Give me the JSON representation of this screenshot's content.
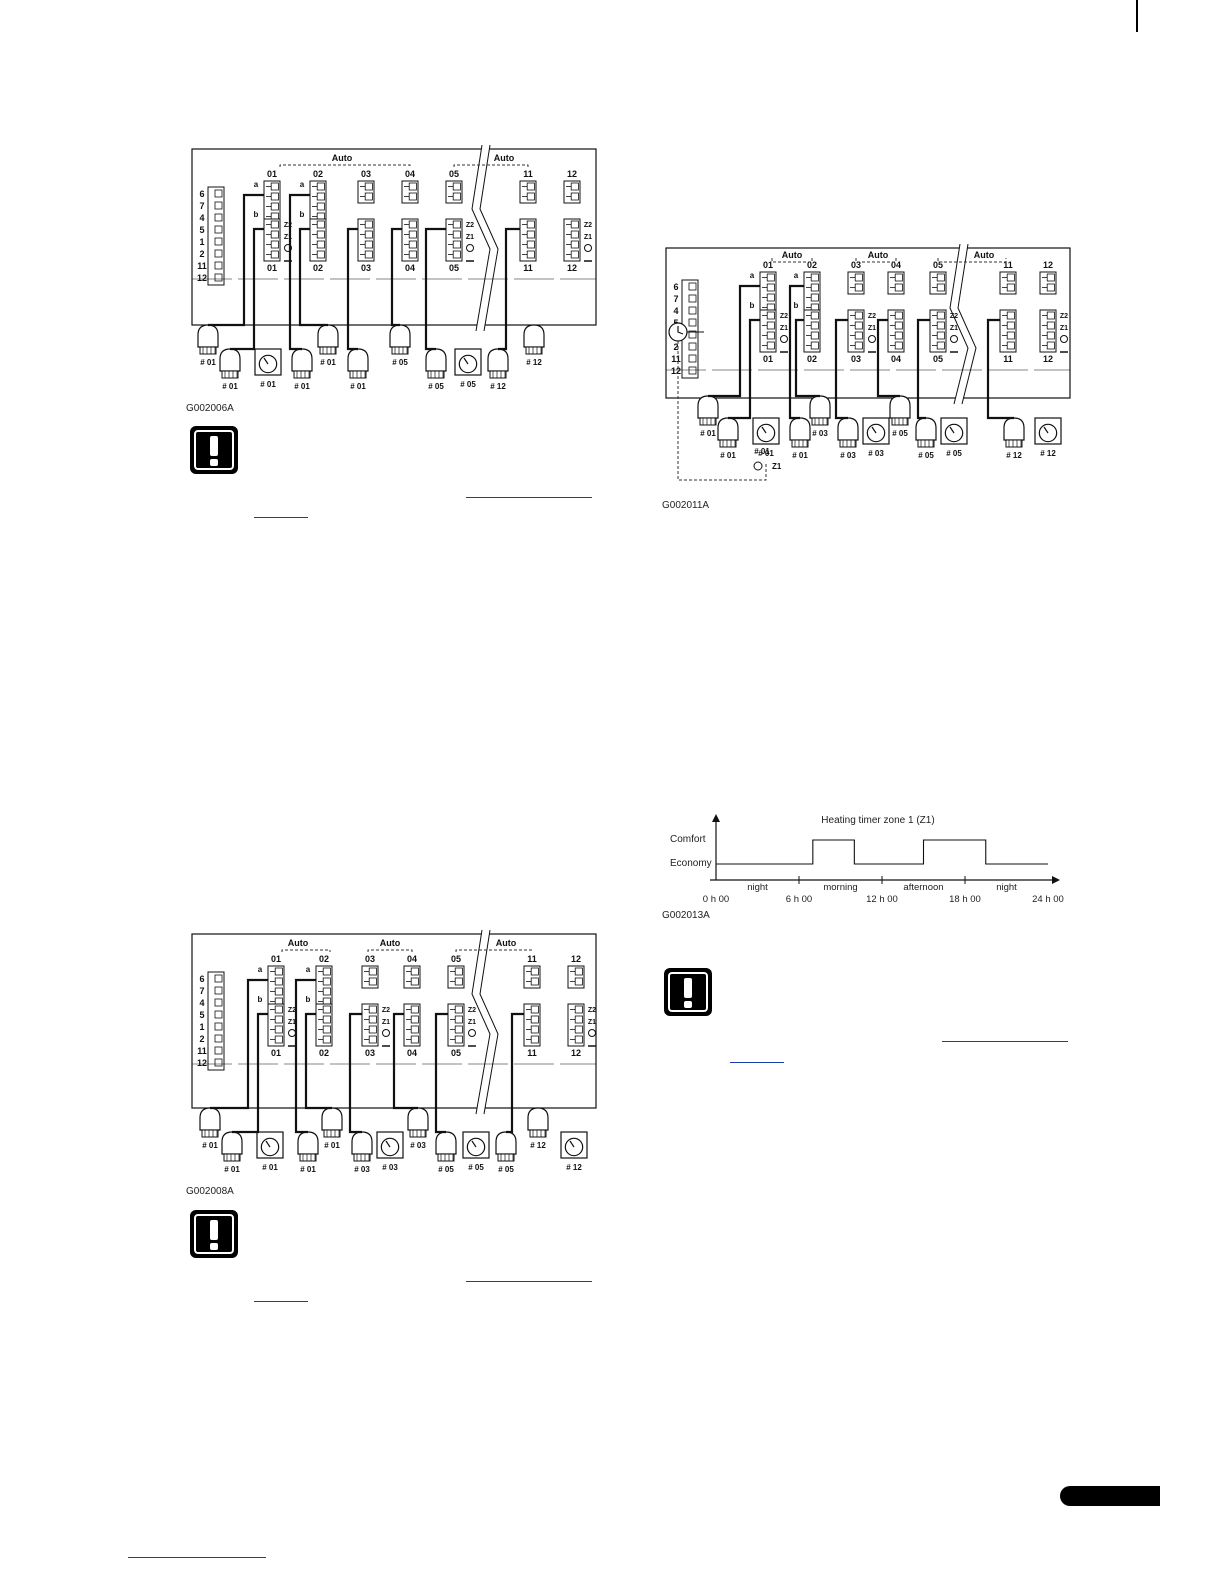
{
  "figures": {
    "fig1": {
      "code": "G002006A",
      "auto_labels": [
        "Auto",
        "Auto"
      ]
    },
    "fig2": {
      "code": "G002008A",
      "auto_labels": [
        "Auto",
        "Auto",
        "Auto"
      ]
    },
    "fig3": {
      "code": "G002011A",
      "auto_labels": [
        "Auto",
        "Auto",
        "Auto"
      ]
    },
    "fig4": {
      "code": "G002013A"
    }
  },
  "common": {
    "row_labels": [
      "6",
      "7",
      "4",
      "5",
      "1",
      "2",
      "11",
      "12"
    ],
    "channel_numbers": [
      "01",
      "02",
      "03",
      "04",
      "05",
      "11",
      "12"
    ],
    "zone_labels": [
      "Z2",
      "Z1"
    ],
    "a_label": "a",
    "b_label": "b"
  },
  "fig1_sensors": [
    "# 01",
    "# 01",
    "# 01",
    "# 01",
    "# 01",
    "# 01",
    "# 05",
    "# 05",
    "# 05",
    "# 12",
    "# 12"
  ],
  "fig2_sensors": [
    "# 01",
    "# 01",
    "# 01",
    "# 01",
    "# 01",
    "# 03",
    "# 03",
    "# 03",
    "# 05",
    "# 05",
    "# 05",
    "# 12",
    "# 12"
  ],
  "fig3_sensors": [
    "# 01",
    "# 01",
    "# 01",
    "# 01",
    "# 03",
    "# 03",
    "# 03",
    "# 05",
    "# 05",
    "# 05",
    "# 12",
    "# 12"
  ],
  "fig3_timer_label": "# 01",
  "fig3_timer_zone": "Z1",
  "chart_data": {
    "type": "line",
    "title": "Heating timer zone 1 (Z1)",
    "y_levels": [
      "Economy",
      "Comfort"
    ],
    "x_ticks": [
      "0 h 00",
      "6 h 00",
      "12 h 00",
      "18 h 00",
      "24 h 00"
    ],
    "periods": [
      "night",
      "morning",
      "afternoon",
      "night"
    ],
    "x": [
      0,
      7,
      7,
      10,
      10,
      15,
      15,
      19.5,
      19.5,
      24
    ],
    "y": [
      "Economy",
      "Economy",
      "Comfort",
      "Comfort",
      "Economy",
      "Economy",
      "Comfort",
      "Comfort",
      "Economy",
      "Economy"
    ],
    "grid": false
  }
}
